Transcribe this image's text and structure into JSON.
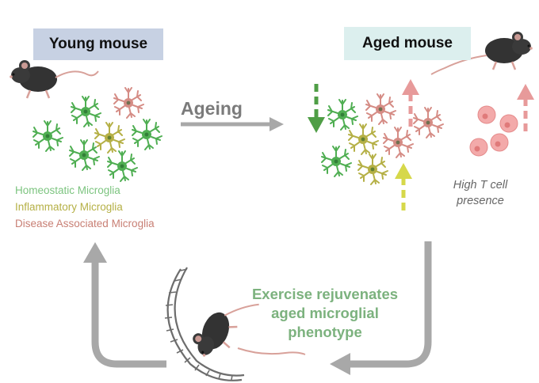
{
  "labels": {
    "young": "Young mouse",
    "aged": "Aged mouse",
    "ageing": "Ageing",
    "t_cell": "High T cell presence",
    "exercise": "Exercise rejuvenates aged microglial phenotype"
  },
  "legend": {
    "homeostatic": "Homeostatic Microglia",
    "inflammatory": "Inflammatory Microglia",
    "disease": "Disease Associated Microglia"
  },
  "colors": {
    "homeostatic": "#4fae52",
    "inflammatory": "#b5b046",
    "disease": "#d58c85",
    "arrow_grey": "#a8a8a8",
    "arrow_green": "#4f9e46",
    "arrow_yellow": "#d6d84a",
    "arrow_pink": "#e79a9a",
    "t_cell": "#f3aaaa",
    "mouse": "#333333"
  },
  "icons": [
    "mouse-icon",
    "microglia-icon",
    "t-cell-icon",
    "exercise-wheel-icon"
  ]
}
